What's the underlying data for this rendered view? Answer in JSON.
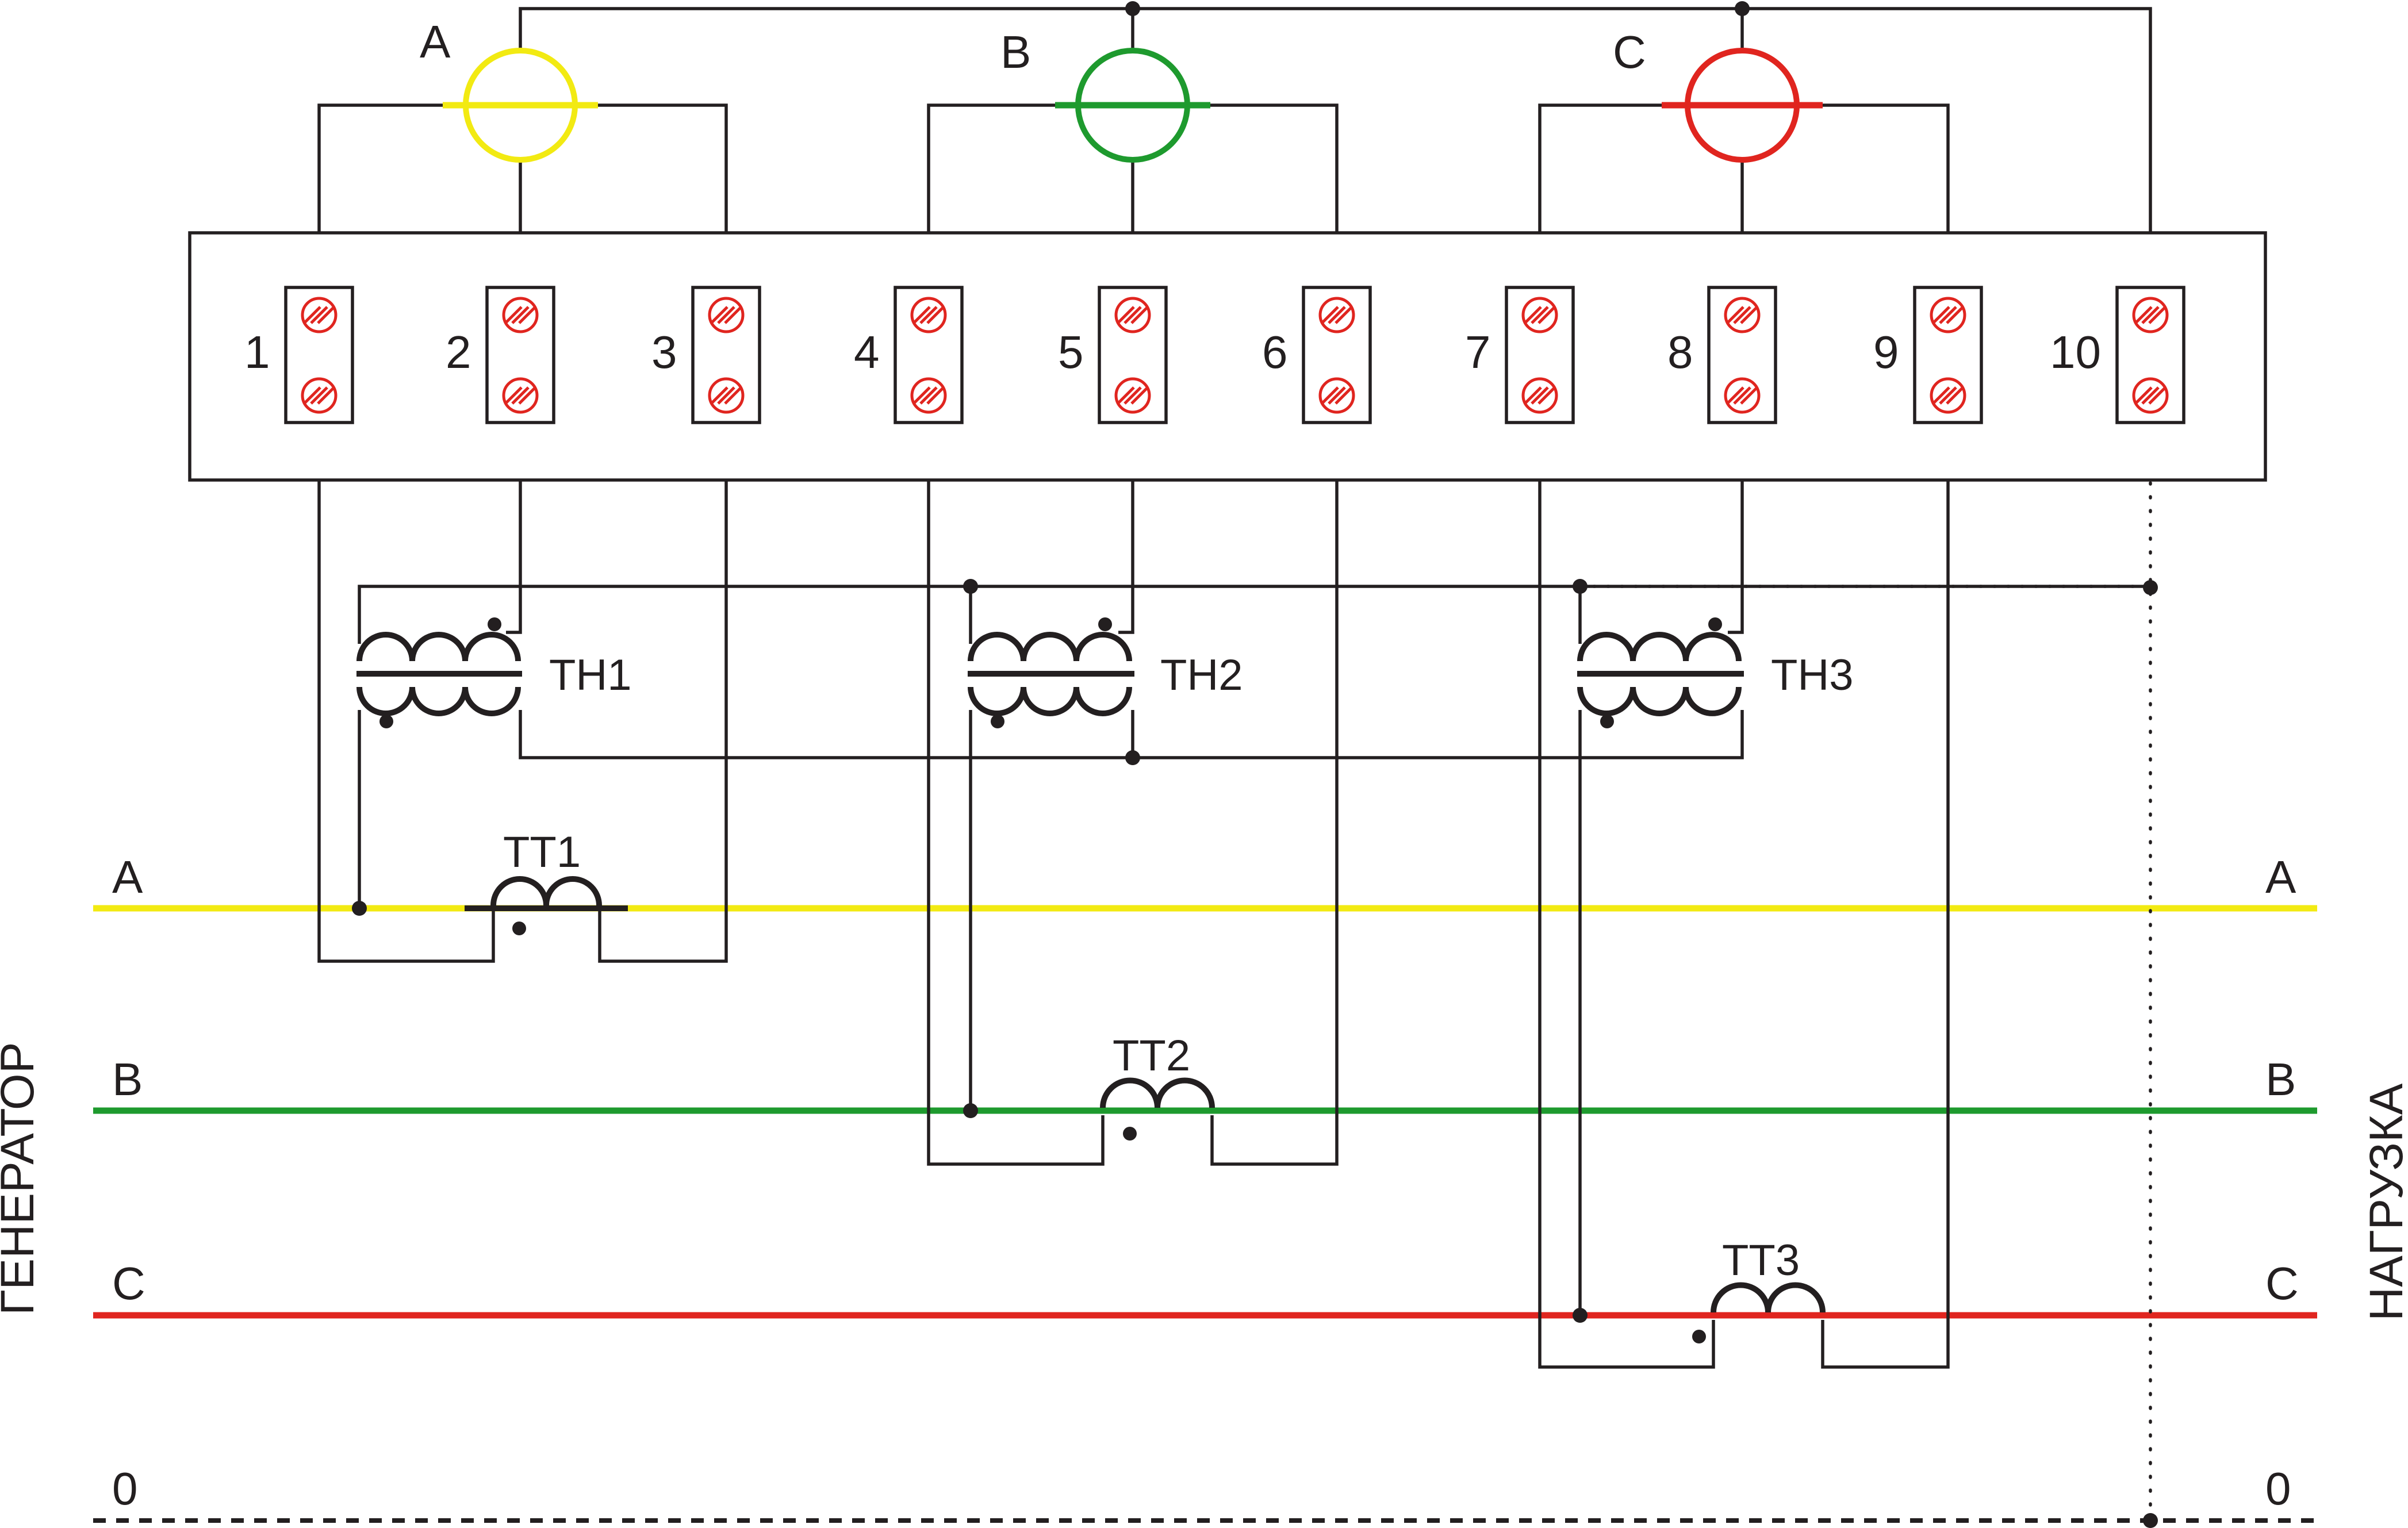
{
  "colors": {
    "phase_a": "#f2ea12",
    "phase_b": "#1e9a2e",
    "phase_c": "#e0251f",
    "neutral": "#231f20",
    "wire": "#231f20",
    "screw": "#e0251f"
  },
  "meters": [
    {
      "id": "A",
      "label": "A",
      "color": "#f2ea12"
    },
    {
      "id": "B",
      "label": "B",
      "color": "#1e9a2e"
    },
    {
      "id": "C",
      "label": "C",
      "color": "#e0251f"
    }
  ],
  "terminal_block": {
    "terminals": [
      "1",
      "2",
      "3",
      "4",
      "5",
      "6",
      "7",
      "8",
      "9",
      "10"
    ]
  },
  "voltage_transformers": [
    {
      "id": "TH1",
      "label": "ТН1"
    },
    {
      "id": "TH2",
      "label": "ТН2"
    },
    {
      "id": "TH3",
      "label": "ТН3"
    }
  ],
  "current_transformers": [
    {
      "id": "TT1",
      "label": "ТТ1"
    },
    {
      "id": "TT2",
      "label": "ТТ2"
    },
    {
      "id": "TT3",
      "label": "ТТ3"
    }
  ],
  "lines": [
    {
      "id": "A",
      "left_label": "A",
      "right_label": "A",
      "color": "#f2ea12"
    },
    {
      "id": "B",
      "left_label": "B",
      "right_label": "B",
      "color": "#1e9a2e"
    },
    {
      "id": "C",
      "left_label": "C",
      "right_label": "C",
      "color": "#e0251f"
    },
    {
      "id": "N",
      "left_label": "0",
      "right_label": "0",
      "color": "#231f20"
    }
  ],
  "side_labels": {
    "left": "ГЕНЕРАТОР",
    "right": "НАГРУЗКА"
  }
}
